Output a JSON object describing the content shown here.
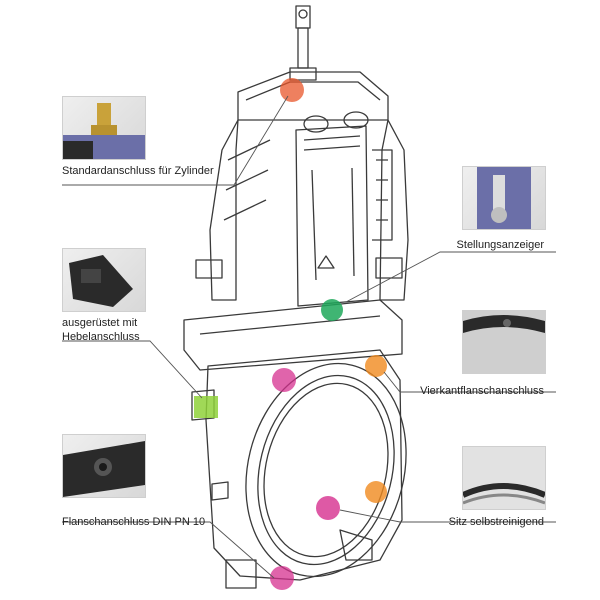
{
  "labels": {
    "cylinder_connection": "Standardanschluss für Zylinder",
    "lever_connection_line1": "ausgerüstet mit",
    "lever_connection_line2": "Hebelanschluss",
    "flange_connection": "Flanschanschluss DIN PN 10",
    "position_indicator": "Stellungsanzeiger",
    "square_flange_connection": "Vierkantflanschanschluss",
    "seat": "Sitz selbstreinigend"
  },
  "colors": {
    "background": "#ffffff",
    "valve_outline": "#3a3a3a",
    "leader_line": "#555555",
    "marker_orange": "#f08a1e",
    "marker_red_orange": "#e8562a",
    "marker_green": "#1fa85a",
    "marker_magenta": "#d6308f",
    "marker_lime": "#8fd13a",
    "part_purple": "#6b6fa8",
    "part_black": "#2a2a2a",
    "part_brass": "#c9a23a"
  },
  "icons": {
    "valve_diagram": "knife-gate-valve-drawing",
    "thumb_cylinder": "cylinder-connection-photo",
    "thumb_lever": "lever-connection-photo",
    "thumb_flange": "flange-connection-photo",
    "thumb_indicator": "position-indicator-photo",
    "thumb_square_flange": "square-flange-photo",
    "thumb_seat": "seat-photo"
  }
}
